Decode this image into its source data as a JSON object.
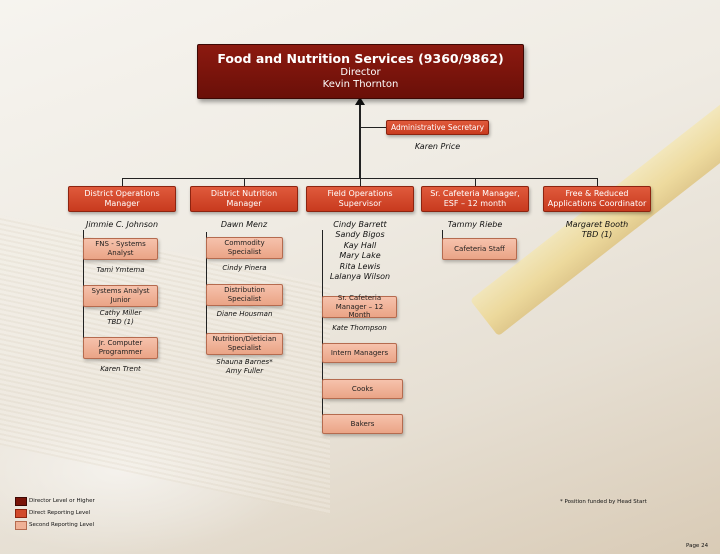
{
  "title_box": {
    "line1": "Food and Nutrition Services (9360/9862)",
    "line2": "Director",
    "line3": "Kevin Thornton"
  },
  "admin": {
    "label": "Administrative Secretary",
    "name": "Karen Price"
  },
  "managers": [
    {
      "label": "District Operations Manager",
      "name": "Jimmie C. Johnson"
    },
    {
      "label": "District Nutrition Manager",
      "name": "Dawn Menz"
    },
    {
      "label": "Field Operations Supervisor",
      "names": [
        "Cindy Barrett",
        "Sandy Bigos",
        "Kay Hall",
        "Mary Lake",
        "Rita Lewis",
        "Lalanya Wilson"
      ]
    },
    {
      "label": "Sr. Cafeteria Manager, ESF – 12 month",
      "name": "Tammy Riebe"
    },
    {
      "label": "Free & Reduced Applications Coordinator",
      "names": [
        "Margaret Booth",
        "TBD (1)"
      ]
    }
  ],
  "ops_sub": [
    {
      "label": "FNS - Systems Analyst",
      "names": [
        "Tami Ymtema"
      ]
    },
    {
      "label": "Systems Analyst Junior",
      "names": [
        "Cathy Miller",
        "TBD (1)"
      ]
    },
    {
      "label": "Jr. Computer Programmer",
      "names": [
        "Karen Trent"
      ]
    }
  ],
  "nutrition_sub": [
    {
      "label": "Commodity Specialist",
      "names": [
        "Cindy Pinera"
      ]
    },
    {
      "label": "Distribution Specialist",
      "names": [
        "Diane Housman"
      ]
    },
    {
      "label": "Nutrition/Dietician Specialist",
      "names": [
        "Shauna Barnes*",
        "Amy Fuller"
      ]
    }
  ],
  "field_sub": [
    {
      "label": "Sr. Cafeteria Manager – 12 Month",
      "names": [
        "Kate Thompson"
      ]
    },
    {
      "label": "Intern Managers"
    },
    {
      "label": "Cooks"
    },
    {
      "label": "Bakers"
    }
  ],
  "esf_sub": {
    "label": "Cafeteria Staff"
  },
  "legend": {
    "items": [
      "Director Level or Higher",
      "Direct Reporting Level",
      "Second Reporting Level"
    ],
    "colors": [
      "#7a1409",
      "#d24a2c",
      "#efb196"
    ]
  },
  "footnote": "* Position funded by Head Start",
  "page_number": "Page 24"
}
